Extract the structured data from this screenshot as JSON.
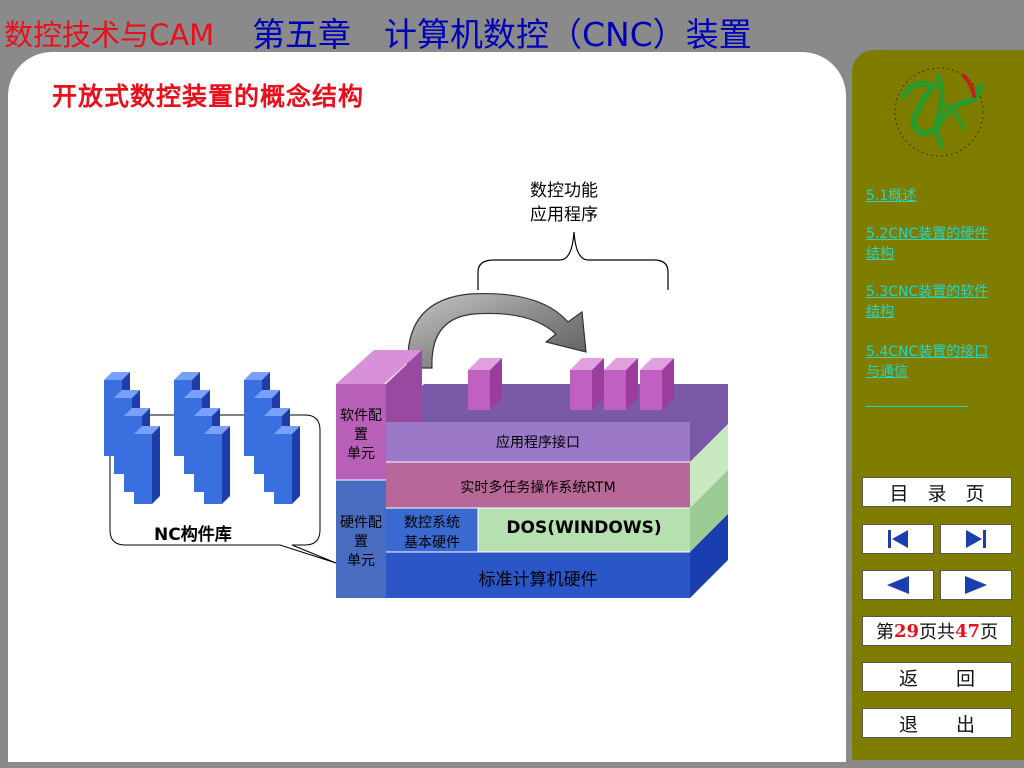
{
  "header": {
    "prefix": "数控技术与CAM",
    "title": "第五章　计算机数控（CNC）装置"
  },
  "slide": {
    "title": "开放式数控装置的概念结构"
  },
  "diagram": {
    "cnc_app_label": [
      "数控功能",
      "应用程序"
    ],
    "library_label": "NC构件库",
    "software_unit_label": [
      "软件配",
      "置",
      "单元"
    ],
    "hardware_unit_label": [
      "硬件配",
      "置",
      "单元"
    ],
    "layer_api": "应用程序接口",
    "layer_rtos": "实时多任务操作系统RTM",
    "layer_cnc_hw": [
      "数控系统",
      "基本硬件"
    ],
    "layer_dos": "DOS(WINDOWS)",
    "layer_pc_hw": "标准计算机硬件"
  },
  "sidebar": {
    "links": [
      "5.1概述",
      "5.2CNC装置的硬件结构",
      "5.3CNC装置的软件结构",
      "5.4CNC装置的接口与通信"
    ],
    "toc_button": "目　录　页",
    "page_prefix": "第",
    "page_current": "29",
    "page_middle": "页共",
    "page_total": "47",
    "page_suffix": "页",
    "back_button": "返　　回",
    "exit_button": "退　　出"
  },
  "colors": {
    "title_red": "#e8101c",
    "title_blue": "#0000b8",
    "sidebar_olive": "#7e7d00",
    "link_cyan": "#23d6c6"
  }
}
